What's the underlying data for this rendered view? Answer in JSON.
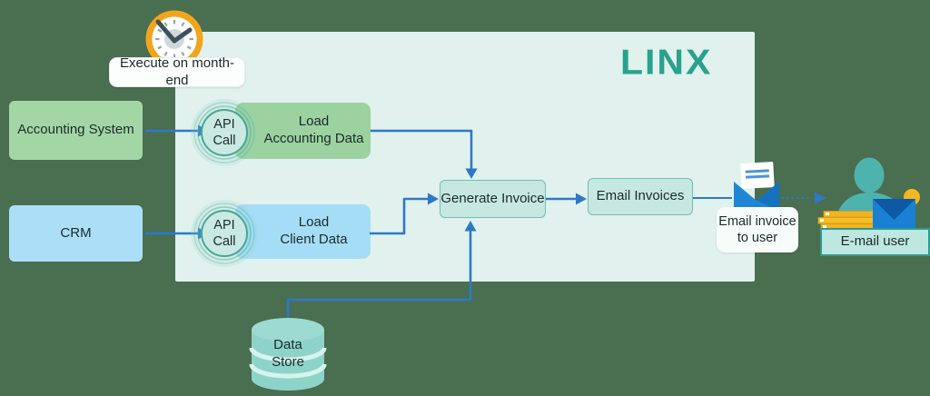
{
  "brand": {
    "logo_text": "LINX",
    "logo_color": "#29a28d"
  },
  "scheduler": {
    "label": "Execute on month-end",
    "icon": "clock-icon"
  },
  "nodes": {
    "accounting_system": "Accounting System",
    "crm": "CRM",
    "api_call_top": "API\nCall",
    "api_call_bottom": "API\nCall",
    "load_accounting_data": "Load\nAccounting Data",
    "load_client_data": "Load\nClient Data",
    "generate_invoice": "Generate Invoice",
    "email_invoices": "Email Invoices",
    "data_store": "Data\nStore"
  },
  "annotations": {
    "email_invoice_note": "Email invoice\nto user",
    "email_user_label": "E-mail user"
  },
  "icons": {
    "clock": "clock-icon",
    "api_ripple": "api-call-icon",
    "database": "data-store-icon",
    "envelope": "envelope-icon",
    "user": "email-user-icon"
  },
  "colors": {
    "background": "#4a6e50",
    "panel": "#e0f1ee",
    "green_node": "#9cd29f",
    "blue_node": "#a5ddf6",
    "teal_node_fill": "#c6e8e1",
    "teal_node_border": "#6fc0b4",
    "arrow": "#2e78c8",
    "clock_ring": "#f2a51c",
    "cylinder": "#8ed3ca",
    "person_teal": "#4fb3ad",
    "envelope_blue": "#1e86d5",
    "accent_yellow": "#f5b71f"
  }
}
